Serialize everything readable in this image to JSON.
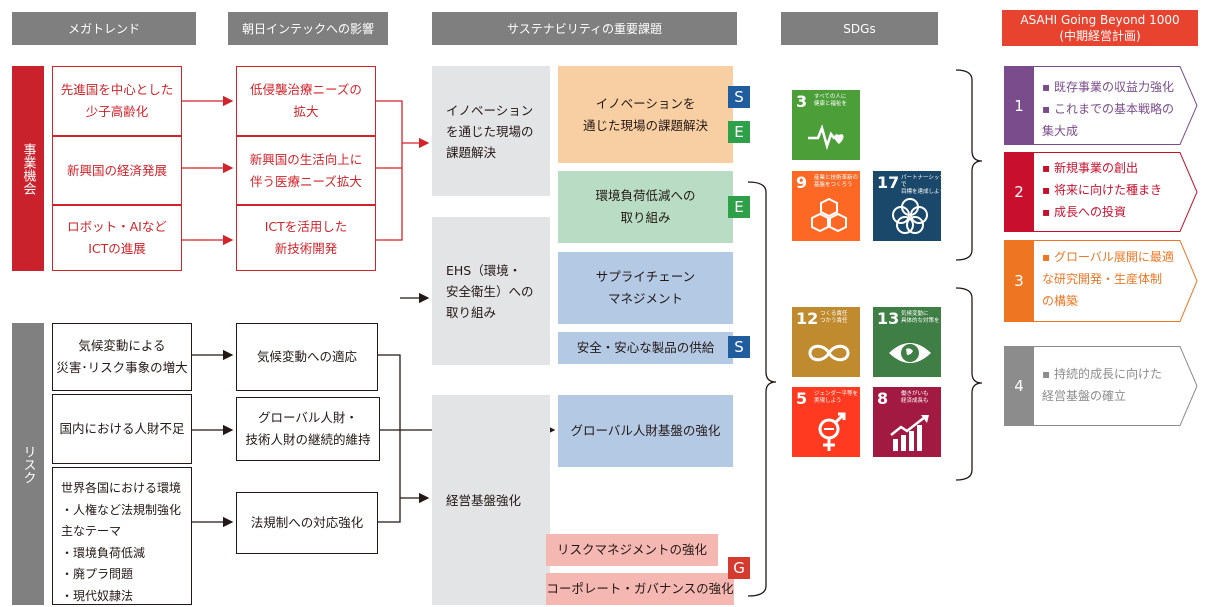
{
  "headers": {
    "megatrend": "メガトレンド",
    "impact": "朝日インテックへの影響",
    "materiality": "サステナビリティの重要課題",
    "sdgs": "SDGs",
    "plan_line1": "ASAHI Going Beyond 1000",
    "plan_line2": "(中期経営計画)"
  },
  "side_labels": {
    "opportunity": "事業機会",
    "risk": "リスク"
  },
  "megatrends": {
    "m1": "先進国を中心とした\n少子高齢化",
    "m2": "新興国の経済発展",
    "m3": "ロボット・AIなど\nICTの進展",
    "r1": "気候変動による\n災害･リスク事象の増大",
    "r2": "国内における人財不足",
    "r3": "世界各国における環境\n・人権など法規制強化\n主なテーマ\n・環境負荷低減\n・廃プラ問題\n・現代奴隷法"
  },
  "impacts": {
    "i1": "低侵襲治療ニーズの\n拡大",
    "i2": "新興国の生活向上に\n伴う医療ニーズ拡大",
    "i3": "ICTを活用した\n新技術開発",
    "i4": "気候変動への適応",
    "i5": "グローバル人財・\n技術人財の継続的維持",
    "i6": "法規制への対応強化"
  },
  "categories": {
    "c1": "イノベーション\nを通じた現場の\n課題解決",
    "c2": "EHS（環境・\n安全衛生）への\n取り組み",
    "c3": "経営基盤強化"
  },
  "materiality": {
    "m1": "イノベーションを\n通じた現場の課題解決",
    "m2": "環境負荷低減への\n取り組み",
    "m3": "サプライチェーン\nマネジメント",
    "m4": "安全・安心な製品の供給",
    "m5": "グローバル人財基盤の強化",
    "m6": "リスクマネジメントの強化",
    "m7": "コーポレート・ガバナンスの強化"
  },
  "tags": {
    "s": "S",
    "e": "E",
    "g": "G"
  },
  "sdgs": [
    {
      "num": "3",
      "text": "すべての人に\n健康と福祉を",
      "color": "#4c9f38",
      "icon": "heartbeat-icon"
    },
    {
      "num": "9",
      "text": "産業と技術革新の\n基盤をつくろう",
      "color": "#fd6925",
      "icon": "cubes-icon"
    },
    {
      "num": "17",
      "text": "パートナーシップで\n目標を達成しよう",
      "color": "#19486a",
      "icon": "rings-icon"
    },
    {
      "num": "12",
      "text": "つくる責任\nつかう責任",
      "color": "#bf8b2e",
      "icon": "infinity-icon"
    },
    {
      "num": "13",
      "text": "気候変動に\n具体的な対策を",
      "color": "#3f7e44",
      "icon": "eye-globe-icon"
    },
    {
      "num": "5",
      "text": "ジェンダー平等を\n実現しよう",
      "color": "#ff3a21",
      "icon": "gender-icon"
    },
    {
      "num": "8",
      "text": "働きがいも\n経済成長も",
      "color": "#a21942",
      "icon": "growth-chart-icon"
    }
  ],
  "goals": [
    {
      "num": "1",
      "color": "#7b4c8c",
      "items": [
        "既存事業の収益力強化",
        "これまでの基本戦略の\n集大成"
      ]
    },
    {
      "num": "2",
      "color": "#c8102e",
      "items": [
        "新規事業の創出",
        "将来に向けた種まき",
        "成長への投資"
      ]
    },
    {
      "num": "3",
      "color": "#ee7623",
      "items": [
        "グローバル展開に最適\nな研究開発・生産体制\nの構築"
      ]
    },
    {
      "num": "4",
      "color": "#8c8c8c",
      "items": [
        "持続的成長に向けた\n経営基盤の確立"
      ]
    }
  ],
  "colors": {
    "red": "#d2232a",
    "orange_box": "#f8cfa3",
    "green_box": "#b9dcc4",
    "blue_box": "#b4c9e4",
    "pink_box": "#f5b7b2",
    "grey_box": "#e3e4e5",
    "tag_s": "#1f5d9e",
    "tag_e": "#2ea04a",
    "tag_g": "#d43a2f"
  }
}
